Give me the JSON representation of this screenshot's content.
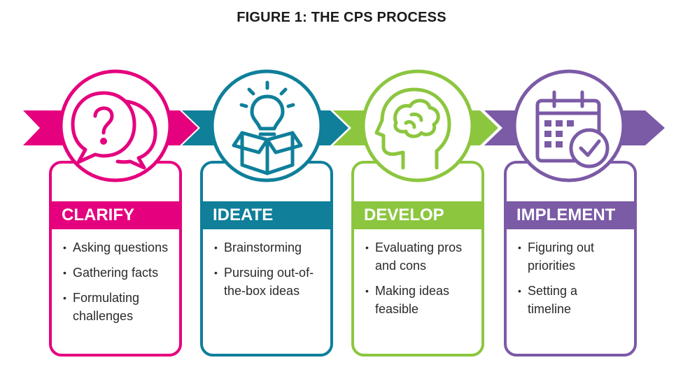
{
  "title": "FIGURE 1: THE CPS PROCESS",
  "stages": [
    {
      "label": "CLARIFY",
      "color": "#e5007e",
      "icon": "question-bubbles-icon",
      "bullets": [
        "Asking questions",
        "Gathering facts",
        "Formulating challenges"
      ]
    },
    {
      "label": "IDEATE",
      "color": "#0f7f9a",
      "icon": "lightbulb-box-icon",
      "bullets": [
        "Brainstorming",
        "Pursuing out-of-the-box ideas"
      ]
    },
    {
      "label": "DEVELOP",
      "color": "#8cc63f",
      "icon": "brain-head-icon",
      "bullets": [
        "Evaluating pros and cons",
        "Making ideas feasible"
      ]
    },
    {
      "label": "IMPLEMENT",
      "color": "#7b5aa6",
      "icon": "calendar-check-icon",
      "bullets": [
        "Figuring out priorities",
        "Setting a timeline"
      ]
    }
  ]
}
